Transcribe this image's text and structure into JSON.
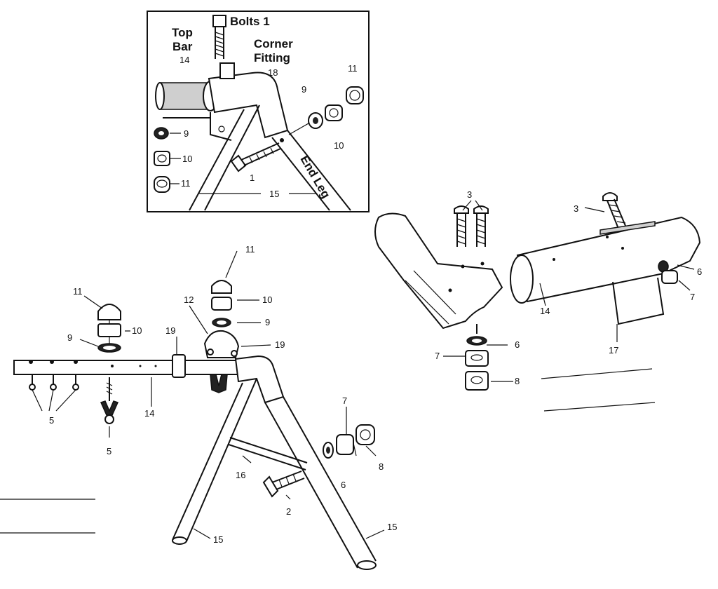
{
  "inset": {
    "bolts_label": "Bolts 1",
    "top_bar_line1": "Top",
    "top_bar_line2": "Bar",
    "top_bar_num": "14",
    "corner_line1": "Corner",
    "corner_line2": "Fitting",
    "corner_num": "18",
    "end_leg": "End Leg",
    "num_9a": "9",
    "num_10a": "10",
    "num_11a": "11",
    "num_9b": "9",
    "num_10b": "10",
    "num_11b": "11",
    "num_1": "1",
    "num_15": "15"
  },
  "main": {
    "n11_left": "11",
    "n10_left": "10",
    "n9_left": "9",
    "n5_group": "5",
    "n5_hook": "5",
    "n14": "14",
    "n11_center": "11",
    "n10_center": "10",
    "n9_center": "9",
    "n12": "12",
    "n19_a": "19",
    "n19_b": "19",
    "n16": "16",
    "n2": "2",
    "n7": "7",
    "n8": "8",
    "n6": "6",
    "n15_left": "15",
    "n15_right": "15"
  },
  "right": {
    "n3_pair": "3",
    "n3_single": "3",
    "n6_bottom": "6",
    "n7_bottom": "7",
    "n8_bottom": "8",
    "n14": "14",
    "n17": "17",
    "n6_side": "6",
    "n7_side": "7"
  }
}
